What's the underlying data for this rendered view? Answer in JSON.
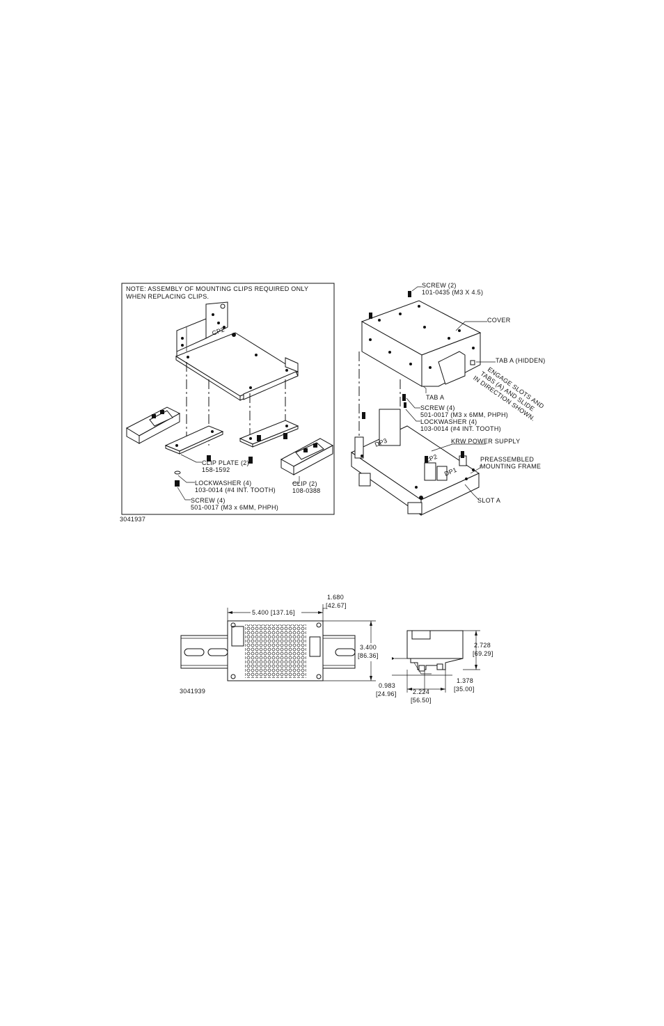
{
  "figure_top": {
    "left_panel": {
      "note_line1": "NOTE: ASSEMBLY OF MOUNTING CLIPS REQUIRED ONLY",
      "note_line2": "WHEN REPLACING CLIPS.",
      "clip_plate_label": "CLIP PLATE (2)",
      "clip_plate_part": "158-1592",
      "lockwasher_label": "LOCKWASHER (4)",
      "lockwasher_part": "103-0014 (#4 INT. TOOTH)",
      "clip_label": "CLIP (2)",
      "clip_part": "108-0388",
      "screw_label": "SCREW (4)",
      "screw_part": "501-0017 (M3 x 6MM, PHPH)",
      "figure_id": "3041937"
    },
    "right_panel": {
      "screw2_label": "SCREW (2)",
      "screw2_part": "101-0435 (M3 X 4.5)",
      "cover_label": "COVER",
      "tab_a_hidden": "TAB A (HIDDEN)",
      "engage_line1": "ENGAGE SLOTS AND",
      "engage_line2": "TABS (A) AND SLIDE",
      "engage_line3": "IN DIRECTION SHOWN.",
      "tab_a": "TAB A",
      "screw4_label": "SCREW (4)",
      "screw4_part": "501-0017 (M3 x 6MM, PHPH)",
      "lockwasher_label": "LOCKWASHER (4)",
      "lockwasher_part": "103-0014 (#4 INT. TOOTH)",
      "power_supply_label": "KRW POWER SUPPLY",
      "frame_line1": "PREASSEMBLED",
      "frame_line2": "MOUNTING FRAME",
      "slot_a": "SLOT A",
      "board_mark_1": "DP3",
      "board_mark_2": "CP2",
      "board_mark_3": "DP1"
    }
  },
  "figure_bottom": {
    "dim_width": "5.400 [137.16]",
    "dim_top_offset": "1.680",
    "dim_top_offset_mm": "[42.67]",
    "dim_height": "3.400",
    "dim_height_mm": "[86.36]",
    "dim_side_height": "2.728",
    "dim_side_height_mm": "[69.29]",
    "dim_rail": "1.378",
    "dim_rail_mm": "[35.00]",
    "dim_left": "0.983",
    "dim_left_mm": "[24.96]",
    "dim_bottom": "2.224",
    "dim_bottom_mm": "[56.50]",
    "figure_id": "3041939"
  }
}
